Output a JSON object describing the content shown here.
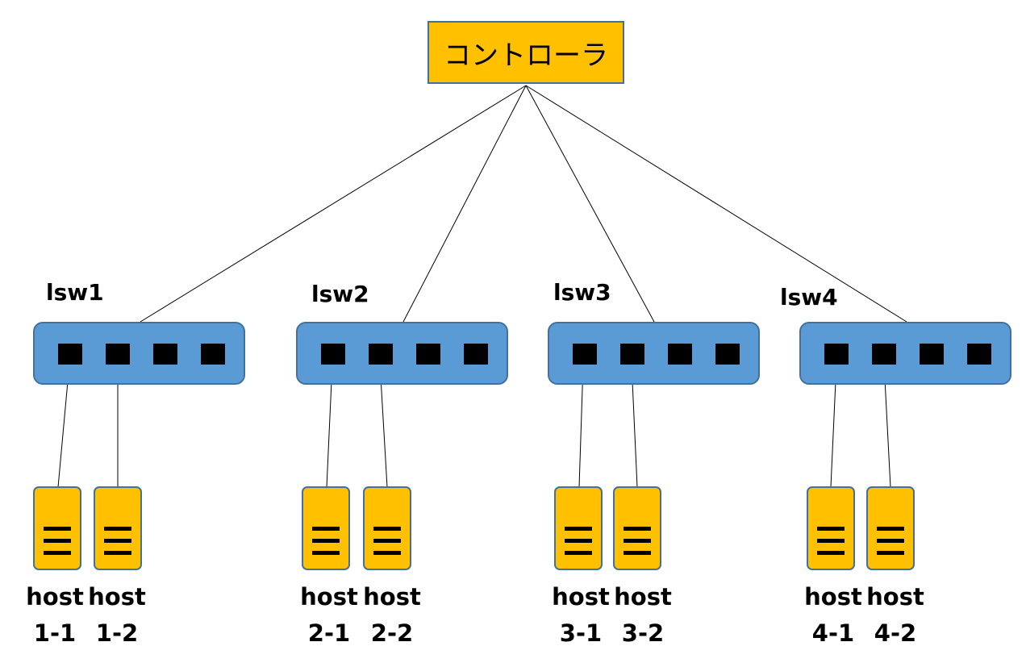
{
  "controller": {
    "label": "コントローラ"
  },
  "switches": [
    {
      "name": "lsw1",
      "hosts": [
        {
          "line1": "host",
          "line2": "1-1"
        },
        {
          "line1": "host",
          "line2": "1-2"
        }
      ]
    },
    {
      "name": "lsw2",
      "hosts": [
        {
          "line1": "host",
          "line2": "2-1"
        },
        {
          "line1": "host",
          "line2": "2-2"
        }
      ]
    },
    {
      "name": "lsw3",
      "hosts": [
        {
          "line1": "host",
          "line2": "3-1"
        },
        {
          "line1": "host",
          "line2": "3-2"
        }
      ]
    },
    {
      "name": "lsw4",
      "hosts": [
        {
          "line1": "host",
          "line2": "4-1"
        },
        {
          "line1": "host",
          "line2": "4-2"
        }
      ]
    }
  ],
  "colors": {
    "controller_fill": "#ffc000",
    "switch_fill": "#5b9bd5",
    "host_fill": "#ffc000",
    "outline": "#41719c",
    "port": "#000000"
  }
}
